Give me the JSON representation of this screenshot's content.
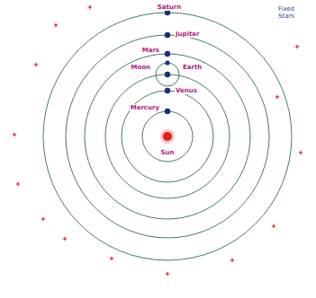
{
  "diagram": {
    "labels": [
      "Saturn",
      "Jupiter",
      "Mars",
      "Moon",
      "Earth",
      "Venus",
      "Mercury",
      "Sun",
      "Fixed Stars"
    ]
  }
}
